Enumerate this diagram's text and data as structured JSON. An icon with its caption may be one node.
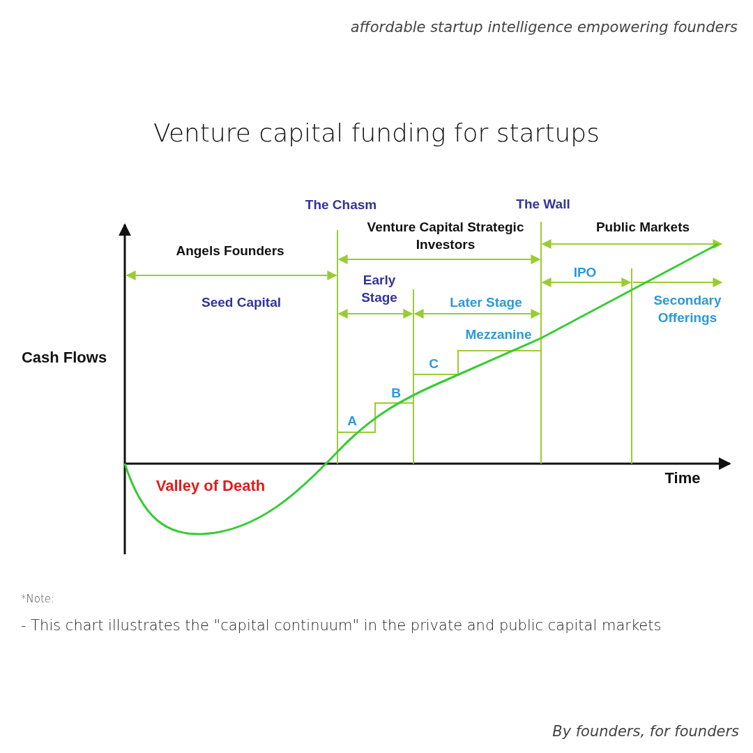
{
  "diagram": {
    "title": "Venture capital funding for startups",
    "labels": [
      "affordable startup intelligence empowering founders",
      "The Chasm",
      "The Wall",
      "Venture Capital Strategic Investors",
      "Public Markets",
      "Angels Founders",
      "Early Stage",
      "IPO",
      "Seed Capital",
      "Later Stage",
      "Secondary Offerings",
      "Mezzanine",
      "Cash Flows",
      "C",
      "B",
      "A",
      "Time",
      "Valley of Death",
      "*Note:",
      "- This chart illustrates the \"capital continuum\" in the private and public capital markets",
      "By founders, for founders"
    ]
  }
}
